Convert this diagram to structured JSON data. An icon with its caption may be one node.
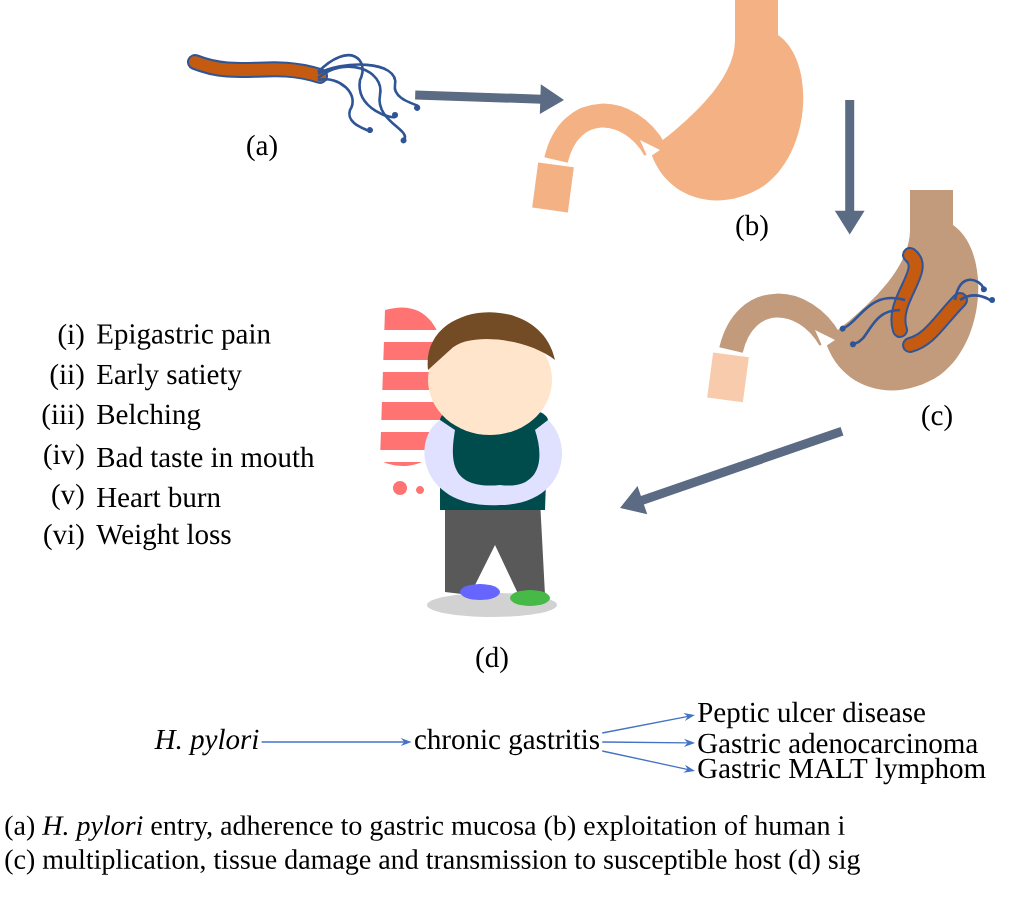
{
  "diagram": {
    "nodes": [
      {
        "text": [],
        "shape": "picture",
        "beside": [
          "(a)"
        ]
      },
      {
        "text": [],
        "shape": "picture",
        "beside": [
          "(b)"
        ]
      },
      {
        "text": [],
        "shape": "picture",
        "beside": [
          "(c)"
        ]
      },
      {
        "text": [],
        "shape": "picture",
        "beside": [
          "(d)"
        ]
      },
      {
        "text": [
          "H. pylori"
        ]
      },
      {
        "text": [
          "chronic gastritis"
        ]
      },
      {
        "text": [
          "Peptic ulcer disease"
        ]
      },
      {
        "text": [
          "Gastric adenocarcinoma"
        ]
      },
      {
        "text": [
          "Gastric MALT lymphom"
        ]
      }
    ],
    "edges": [
      {
        "from": 0,
        "to": 1,
        "arrow": "to",
        "style": "thick",
        "color": "#5b6b84"
      },
      {
        "from": 1,
        "to": 2,
        "arrow": "to",
        "style": "thick",
        "color": "#5b6b84"
      },
      {
        "from": 2,
        "to": 3,
        "arrow": "to",
        "style": "thick",
        "color": "#5b6b84"
      },
      {
        "from": 4,
        "to": 5,
        "arrow": "to"
      },
      {
        "from": 5,
        "to": 6,
        "arrow": "to"
      },
      {
        "from": 5,
        "to": 7,
        "arrow": "to"
      },
      {
        "from": 5,
        "to": 8,
        "arrow": "to"
      }
    ],
    "labels": [
      "(i)",
      "Epigastric pain",
      "(ii)",
      "Early satiety",
      "(iii)",
      "Belching",
      "(iv)",
      "Bad taste in mouth",
      "(v)",
      "Heart burn",
      "(vi)",
      "Weight loss",
      "(a) *H. pylori* entry, adherence to gastric mucosa (b) exploitation of human i",
      "(c) multiplication, tissue damage and transmission to susceptible host (d) sig"
    ]
  }
}
